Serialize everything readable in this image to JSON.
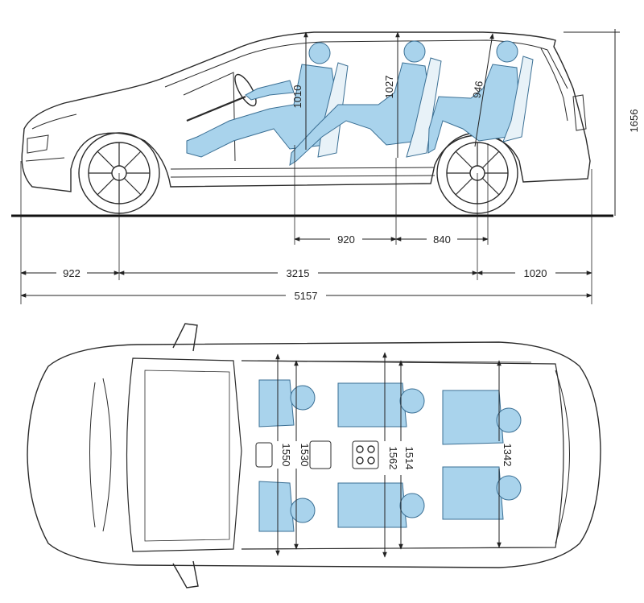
{
  "side_view": {
    "dims": {
      "headroom_row1": "1010",
      "headroom_row2": "1027",
      "headroom_row3": "946",
      "overall_height": "1656",
      "seat_spacing_1_2": "920",
      "seat_spacing_2_3": "840",
      "front_overhang": "922",
      "wheelbase": "3215",
      "rear_overhang": "1020",
      "overall_length": "5157"
    }
  },
  "top_view": {
    "dims": {
      "width_row1_outer": "1550",
      "width_row1_inner": "1530",
      "width_row2_outer": "1562",
      "width_row2_inner": "1514",
      "width_row3": "1342"
    }
  },
  "colors": {
    "line": "#2a2a2a",
    "occupant_fill": "#a9d3ec",
    "occupant_stroke": "#3a6f94"
  }
}
